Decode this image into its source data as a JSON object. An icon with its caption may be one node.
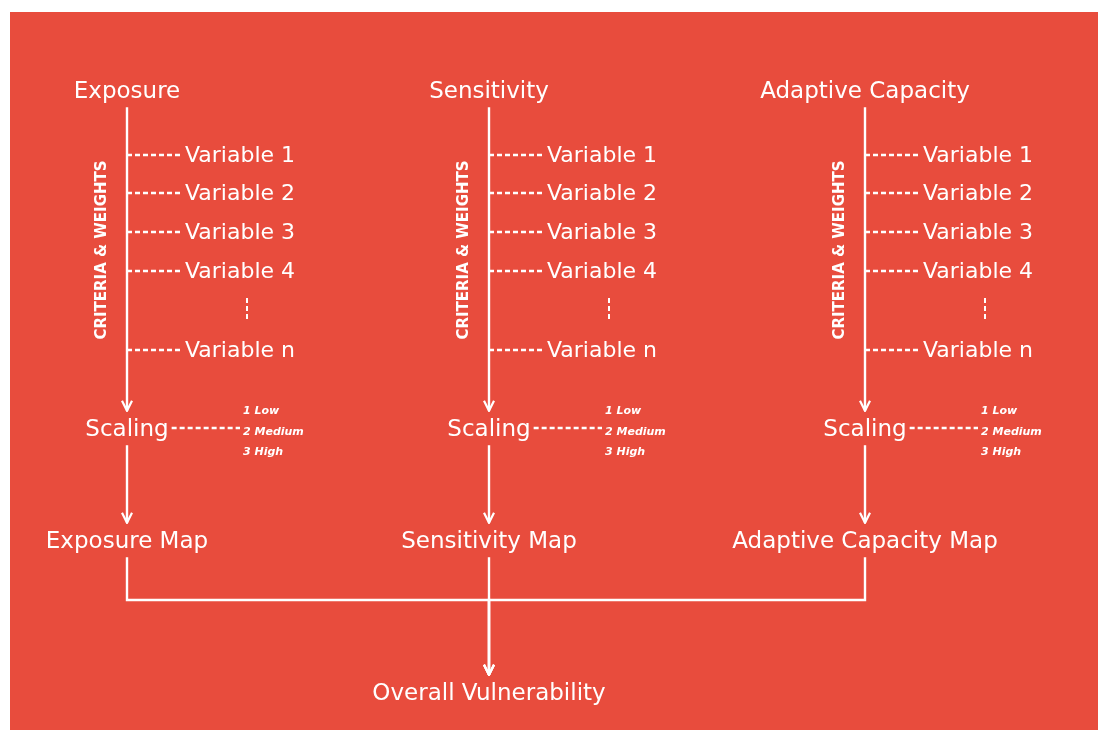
{
  "diagram": {
    "nodes": [
      {
        "text": [
          "Exposure"
        ]
      },
      {
        "text": [
          "Variable 1"
        ]
      },
      {
        "text": [
          "Variable 2"
        ]
      },
      {
        "text": [
          "Variable 3"
        ]
      },
      {
        "text": [
          "Variable 4"
        ]
      },
      {
        "text": [
          "Variable n"
        ]
      },
      {
        "text": [
          "Scaling"
        ]
      },
      {
        "text": [
          "1 Low",
          "2 Medium",
          "3 High"
        ]
      },
      {
        "text": [
          "Exposure Map"
        ]
      },
      {
        "text": [
          "Sensitivity"
        ]
      },
      {
        "text": [
          "Variable 1"
        ]
      },
      {
        "text": [
          "Variable 2"
        ]
      },
      {
        "text": [
          "Variable 3"
        ]
      },
      {
        "text": [
          "Variable 4"
        ]
      },
      {
        "text": [
          "Variable n"
        ]
      },
      {
        "text": [
          "Scaling"
        ]
      },
      {
        "text": [
          "1 Low",
          "2 Medium",
          "3 High"
        ]
      },
      {
        "text": [
          "Sensitivity Map"
        ]
      },
      {
        "text": [
          "Adaptive Capacity"
        ]
      },
      {
        "text": [
          "Variable 1"
        ]
      },
      {
        "text": [
          "Variable 2"
        ]
      },
      {
        "text": [
          "Variable 3"
        ]
      },
      {
        "text": [
          "Variable 4"
        ]
      },
      {
        "text": [
          "Variable n"
        ]
      },
      {
        "text": [
          "Scaling"
        ]
      },
      {
        "text": [
          "1 Low",
          "2 Medium",
          "3 High"
        ]
      },
      {
        "text": [
          "Adaptive Capacity Map"
        ]
      },
      {
        "text": [
          "Overall Vulnerability"
        ]
      }
    ],
    "edges": [
      {
        "from": 0,
        "to": 6,
        "arrow": "to"
      },
      {
        "from": null,
        "to": 1,
        "arrow": "none",
        "style": "dashed"
      },
      {
        "from": null,
        "to": 2,
        "arrow": "none",
        "style": "dashed"
      },
      {
        "from": null,
        "to": 3,
        "arrow": "none",
        "style": "dashed"
      },
      {
        "from": null,
        "to": 4,
        "arrow": "none",
        "style": "dashed"
      },
      {
        "from": null,
        "to": 5,
        "arrow": "none",
        "style": "dashed"
      },
      {
        "from": 6,
        "to": 7,
        "arrow": "none",
        "style": "dashed"
      },
      {
        "from": 6,
        "to": 8,
        "arrow": "to"
      },
      {
        "from": 9,
        "to": 15,
        "arrow": "to"
      },
      {
        "from": null,
        "to": 10,
        "arrow": "none",
        "style": "dashed"
      },
      {
        "from": null,
        "to": 11,
        "arrow": "none",
        "style": "dashed"
      },
      {
        "from": null,
        "to": 12,
        "arrow": "none",
        "style": "dashed"
      },
      {
        "from": null,
        "to": 13,
        "arrow": "none",
        "style": "dashed"
      },
      {
        "from": null,
        "to": 14,
        "arrow": "none",
        "style": "dashed"
      },
      {
        "from": 15,
        "to": 16,
        "arrow": "none",
        "style": "dashed"
      },
      {
        "from": 15,
        "to": 17,
        "arrow": "to"
      },
      {
        "from": 18,
        "to": 24,
        "arrow": "to"
      },
      {
        "from": null,
        "to": 19,
        "arrow": "none",
        "style": "dashed"
      },
      {
        "from": null,
        "to": 20,
        "arrow": "none",
        "style": "dashed"
      },
      {
        "from": null,
        "to": 21,
        "arrow": "none",
        "style": "dashed"
      },
      {
        "from": null,
        "to": 22,
        "arrow": "none",
        "style": "dashed"
      },
      {
        "from": null,
        "to": 23,
        "arrow": "none",
        "style": "dashed"
      },
      {
        "from": 24,
        "to": 25,
        "arrow": "none",
        "style": "dashed"
      },
      {
        "from": 24,
        "to": 26,
        "arrow": "to"
      },
      {
        "from": 8,
        "to": 27,
        "arrow": "to"
      },
      {
        "from": 17,
        "to": 27,
        "arrow": "to"
      },
      {
        "from": 26,
        "to": 27,
        "arrow": "to"
      }
    ],
    "labels": [
      "CRITERIA & WEIGHTS",
      "CRITERIA & WEIGHTS",
      "CRITERIA & WEIGHTS"
    ]
  }
}
